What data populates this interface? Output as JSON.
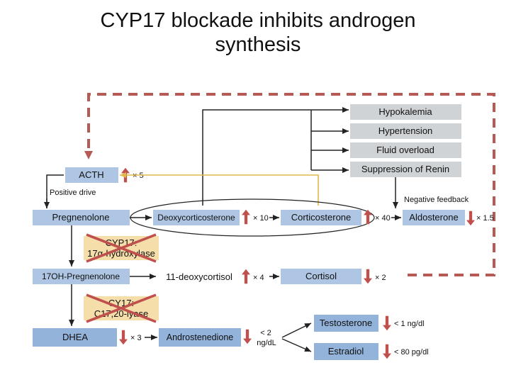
{
  "title": {
    "line1": "CYP17 blockade inhibits androgen",
    "line2": "synthesis"
  },
  "effects": [
    "Hypokalemia",
    "Hypertension",
    "Fluid overload",
    "Suppression of Renin"
  ],
  "labels": {
    "acth": "ACTH",
    "acth_change": "× 5",
    "positive_drive": "Positive drive",
    "negative_feedback": "Negative feedback"
  },
  "row1": {
    "pregnenolone": "Pregnenolone",
    "doc": "Deoxycorticosterone",
    "doc_change": "× 10",
    "corticosterone": "Corticosterone",
    "corticosterone_change": "× 40",
    "aldosterone": "Aldosterone",
    "aldosterone_change": "× 1.5"
  },
  "enzyme1": {
    "line1": "CYP17:",
    "line2": "17α-hydroxylase"
  },
  "row2": {
    "ohpreg": "17OH-Pregnenolone",
    "deoxycortisol": "11-deoxycortisol",
    "deoxycortisol_change": "× 4",
    "cortisol": "Cortisol",
    "cortisol_change": "× 2"
  },
  "enzyme2": {
    "line1": "CY17:",
    "line2": "C17,20-lyase"
  },
  "row3": {
    "dhea": "DHEA",
    "dhea_change": "× 3",
    "androstenedione": "Androstenedione",
    "andro_change_line1": "< 2",
    "andro_change_line2": "ng/dL",
    "testosterone": "Testosterone",
    "testosterone_change": "< 1 ng/dl",
    "estradiol": "Estradiol",
    "estradiol_change": "< 80 pg/dl"
  },
  "colors": {
    "box_blue": "#aec6e3",
    "box_grey": "#cfd3d6",
    "enzyme_box": "#f5deaa",
    "arrow_red": "#c0504d",
    "dashed_line": "#b55a55",
    "acth_feedback": "#e0b84a",
    "cross": "#c0504d"
  }
}
